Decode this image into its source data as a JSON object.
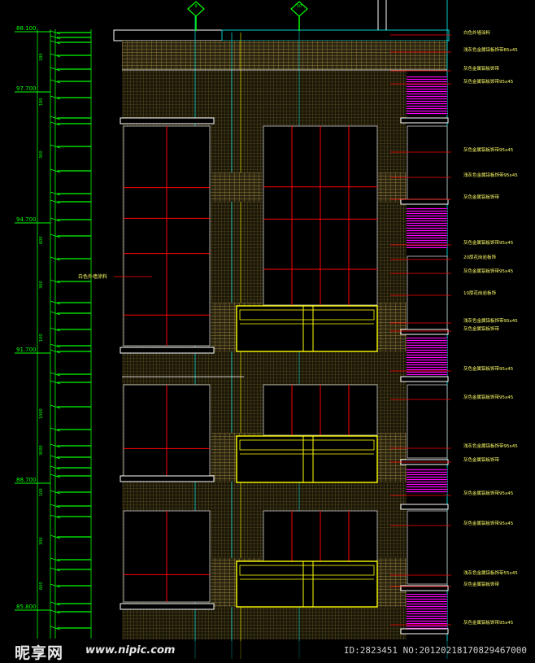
{
  "axis_markers": [
    "9",
    "10"
  ],
  "elevation_labels": [
    "88.100",
    "97.700",
    "94.700",
    "91.700",
    "88.700",
    "85.800"
  ],
  "dimension_labels": {
    "mid_ticks": [
      "180",
      "180",
      "300",
      "600",
      "300",
      "100",
      "1000",
      "3000",
      "100",
      "300",
      "600"
    ]
  },
  "annotations_right": [
    "白色外墙涂料",
    "浅灰色金属铝板饰带85x45",
    "灰色金属铝板饰带",
    "灰色金属铝板饰带95x45",
    "灰色金属铝板饰带95x45",
    "浅灰色金属铝板饰带95x45",
    "灰色金属铝板饰带",
    "灰色金属铝板饰带95x45",
    "20厚花岗岩板饰",
    "灰色金属铝板饰带95x45",
    "10厚花岗岩板饰",
    "浅灰色金属铝板饰带95x45",
    "灰色金属铝板饰带",
    "灰色金属铝板饰带95x45",
    "灰色金属铝板饰带95x45",
    "浅灰色金属铝板饰带95x45",
    "灰色金属铝板饰带",
    "灰色金属铝板饰带95x45",
    "灰色金属铝板饰带95x45",
    "浅灰色金属铝板饰带55x45",
    "灰色金属铝板饰带",
    "灰色金属铝板饰带95x45"
  ],
  "annotation_left": "白色外墙涂料",
  "watermark": {
    "logo": "昵享网",
    "site": "www.nipic.com",
    "id": "ID:2823451 NO:20120218170829467000"
  },
  "colors": {
    "background": "#000000",
    "dimension_green": "#00ff00",
    "window_red": "#ff0000",
    "balcony_yellow": "#ffff00",
    "hatch_olive": "#8a7a30",
    "magenta": "#ff00ff",
    "axis_cyan": "#00cccc",
    "text_yellow": "#ffff66",
    "white": "#ffffff"
  }
}
